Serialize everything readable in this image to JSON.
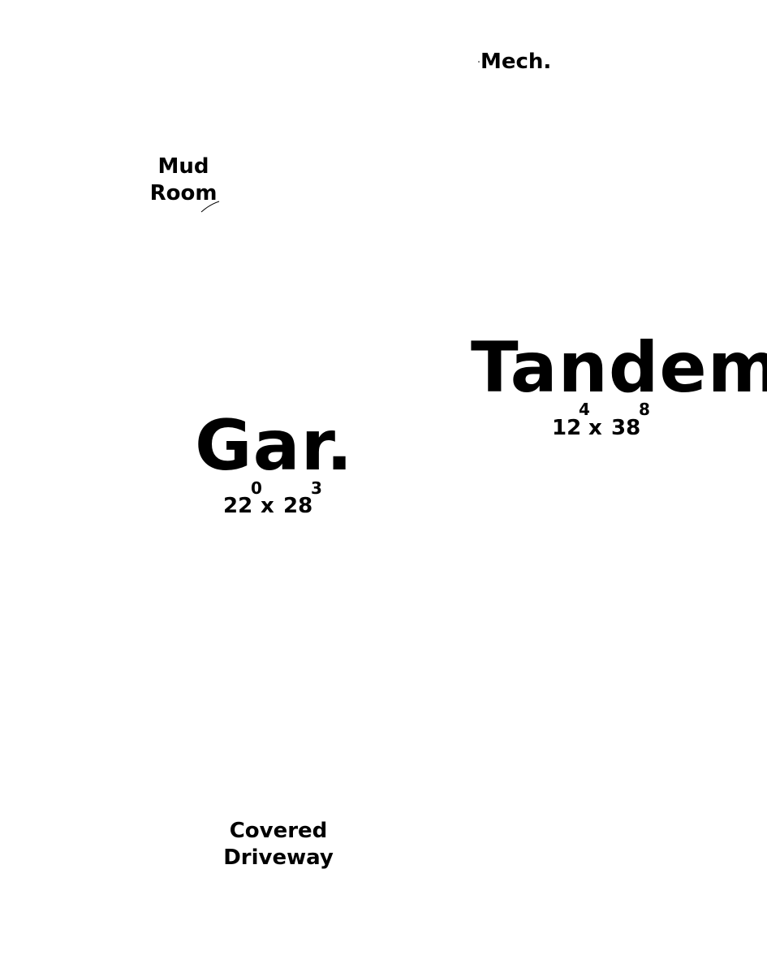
{
  "rooms": {
    "mech": {
      "name": "Mech."
    },
    "mud_room": {
      "line1": "Mud",
      "line2": "Room"
    },
    "tandem": {
      "name": "Tandem",
      "width_ft": "12",
      "width_in": "4",
      "separator": "x",
      "length_ft": "38",
      "length_in": "8"
    },
    "garage": {
      "name": "Gar.",
      "width_ft": "22",
      "width_in": "0",
      "separator": "x",
      "length_ft": "28",
      "length_in": "3"
    },
    "covered_driveway": {
      "line1": "Covered",
      "line2": "Driveway"
    }
  }
}
